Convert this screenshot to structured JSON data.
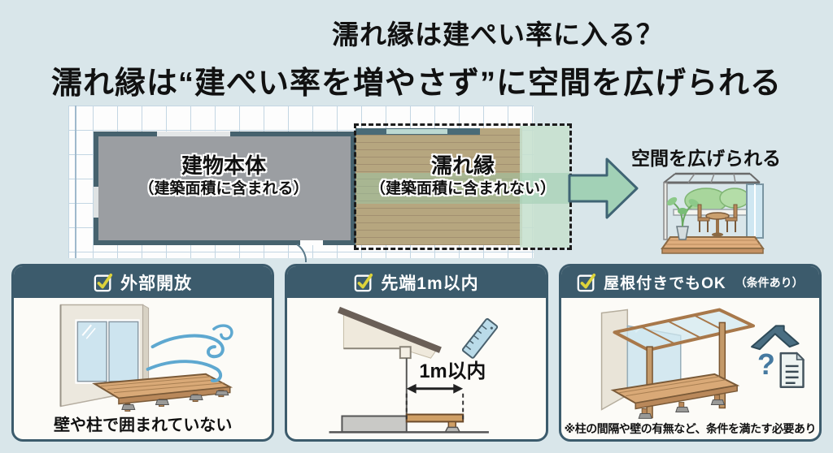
{
  "title": {
    "line1": "濡れ縁は建ぺい率に入る？",
    "line2": "濡れ縁は“建ぺい率を増やさず”に空間を広げられる"
  },
  "diagram": {
    "building": {
      "label": "建物本体",
      "sub": "（建築面積に含まれる）"
    },
    "nureen": {
      "label": "濡れ縁",
      "sub": "（建築面積に含まれない）"
    },
    "expand_label": "空間を広げられる"
  },
  "cards": [
    {
      "title": "外部開放",
      "caption": "壁や柱で囲まれていない"
    },
    {
      "title": "先端1m以内",
      "annotation": "1m以内"
    },
    {
      "title": "屋根付きでもOK",
      "title_note": "（条件あり）",
      "caption": "※柱の間隔や壁の有無など、条件を満たす必要あり"
    }
  ],
  "colors": {
    "background": "#d9e6ea",
    "slate_header": "#3c5b6c",
    "check_yellow": "#ddd33a",
    "arrow_green": "#a2d1b6",
    "building_gray": "#9b9ea2",
    "deck_wood": "#b5a57e",
    "wind_blue": "#5ea8d0"
  }
}
